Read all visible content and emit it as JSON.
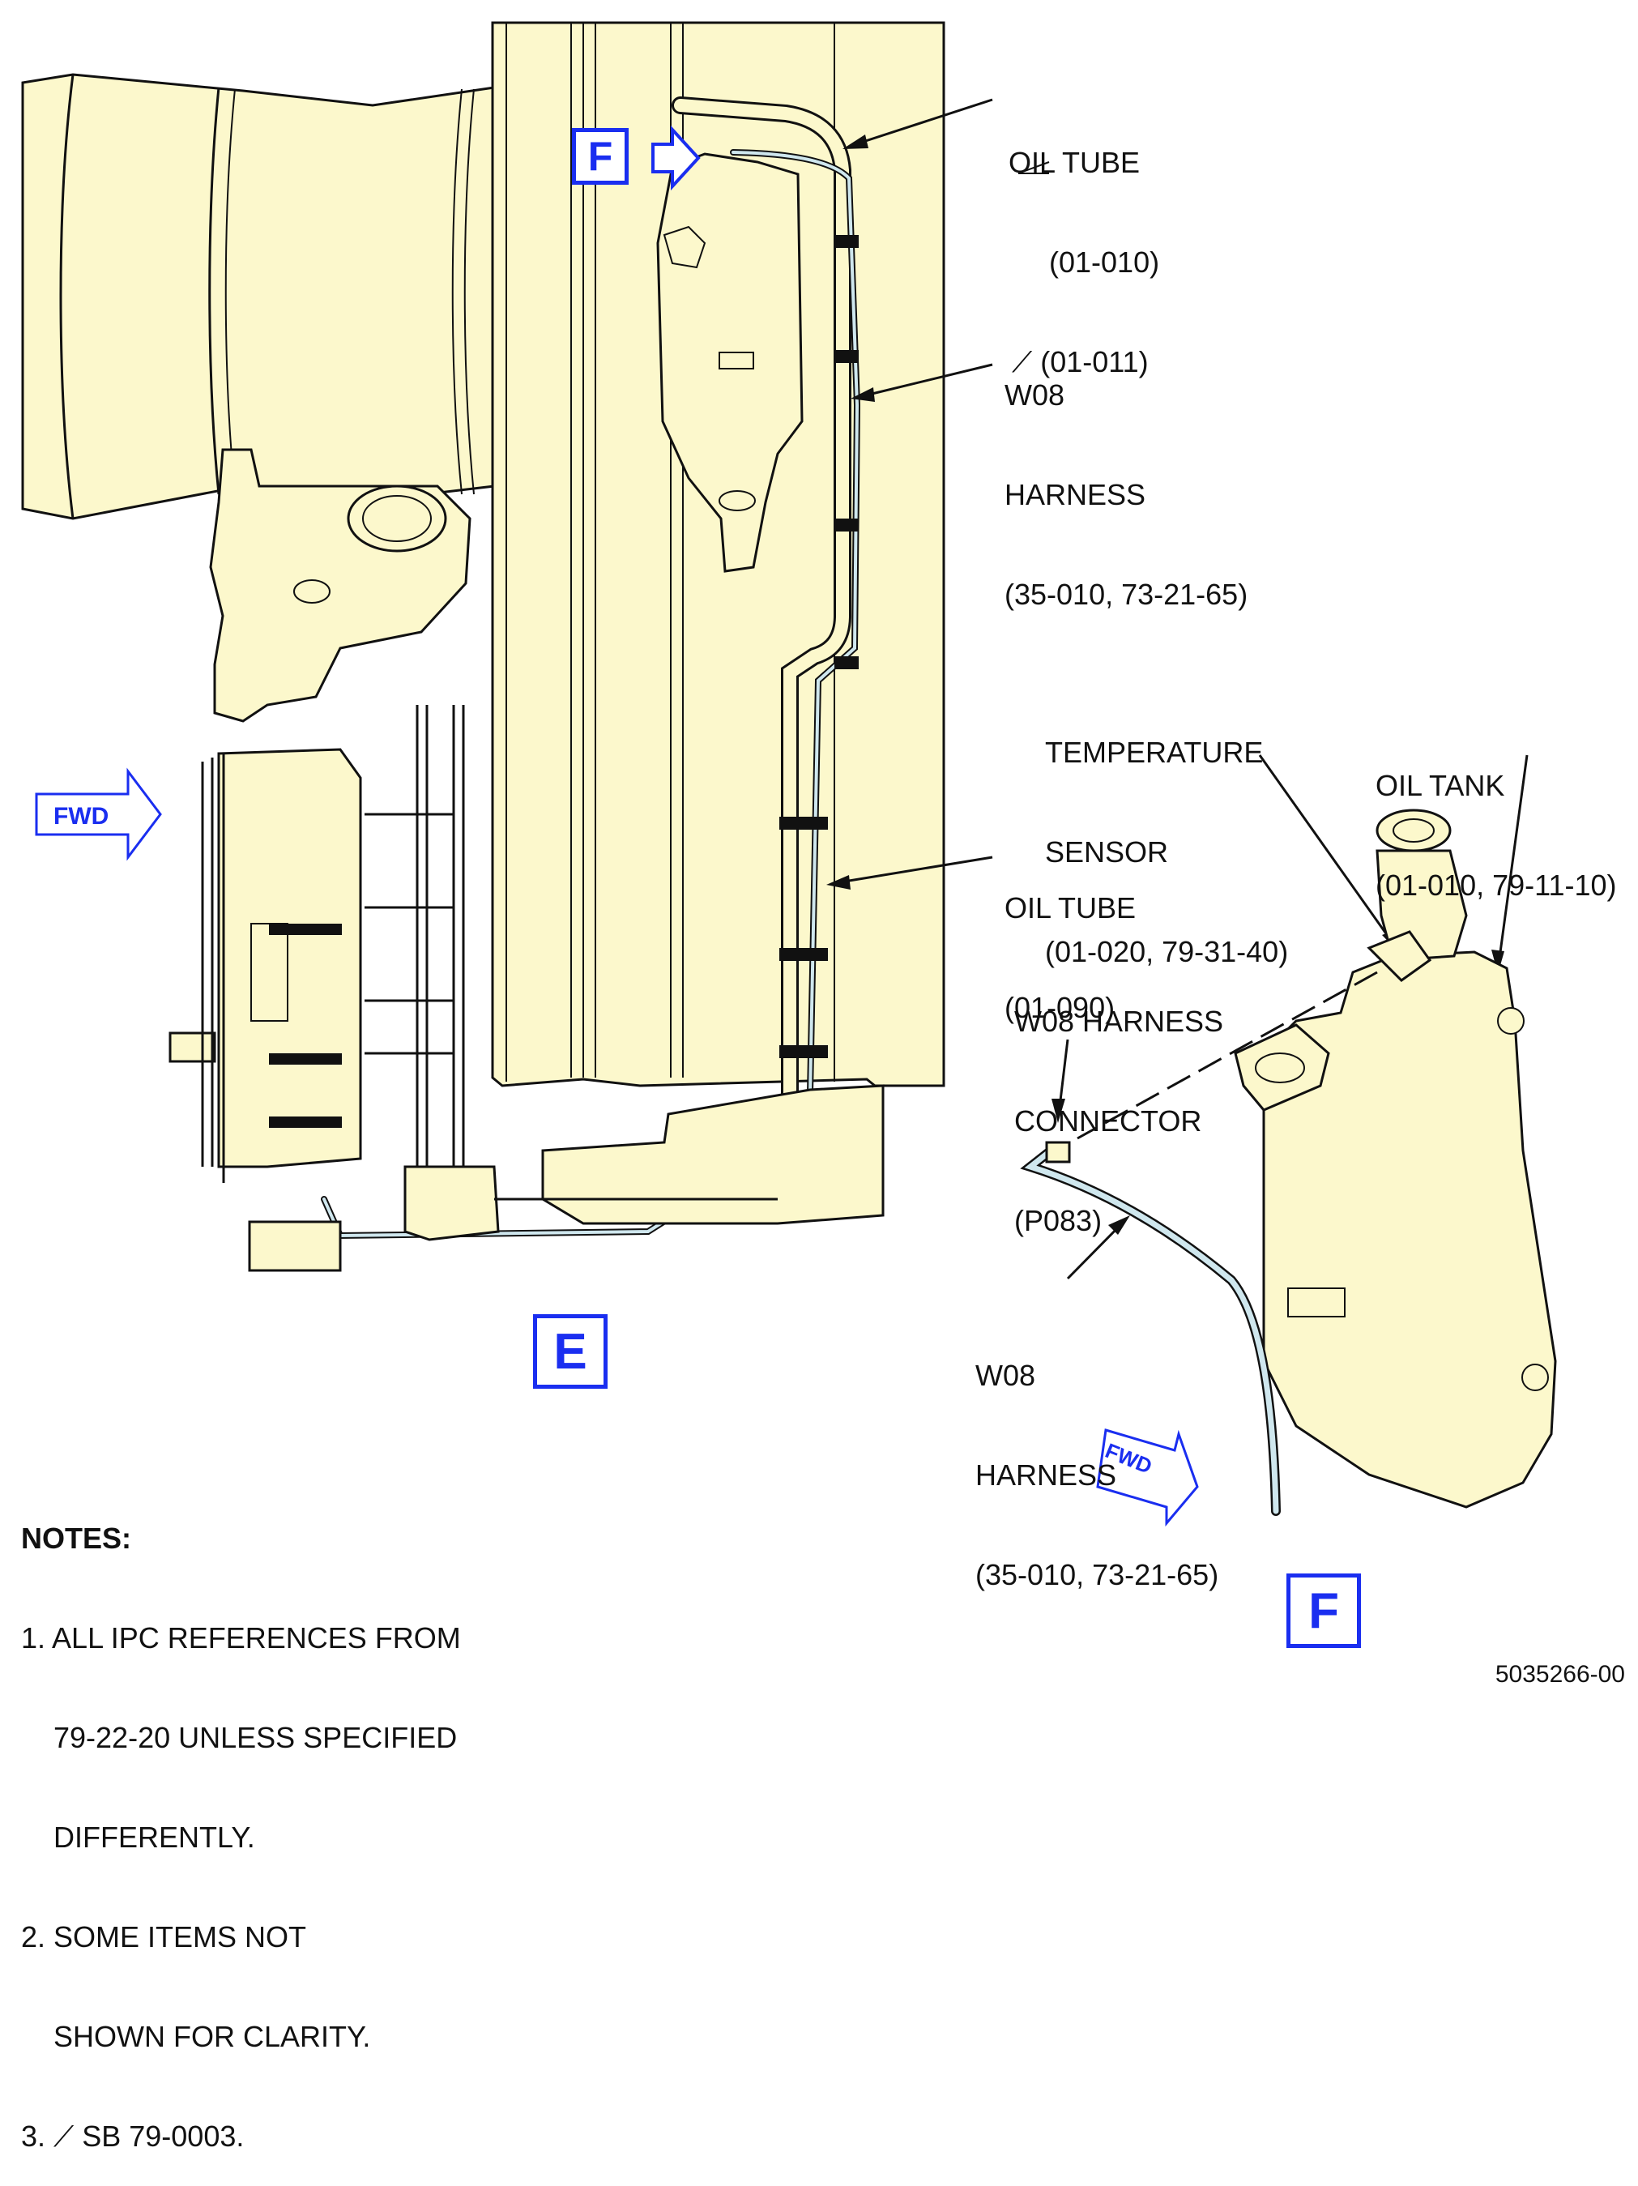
{
  "callouts": {
    "oil_tube_top": {
      "line1": "OIL TUBE",
      "line2": "(01-010)",
      "line3": "(01-011)"
    },
    "w08_harness_top": {
      "line1": "W08",
      "line2": "HARNESS",
      "line3": "(35-010, 73-21-65)"
    },
    "temperature_sensor": {
      "line1": "TEMPERATURE",
      "line2": "SENSOR",
      "line3": "(01-020, 79-31-40)"
    },
    "oil_tank": {
      "line1": "OIL TANK",
      "line2": "(01-010, 79-11-10)"
    },
    "oil_tube_mid": {
      "line1": "OIL TUBE",
      "line2": "(01-090)"
    },
    "w08_connector": {
      "line1": "W08 HARNESS",
      "line2": "CONNECTOR",
      "line3": "(P083)"
    },
    "w08_harness_bottom": {
      "line1": "W08",
      "line2": "HARNESS",
      "line3": "(35-010, 73-21-65)"
    }
  },
  "views": {
    "e": "E",
    "f": "F",
    "f_ref": "F"
  },
  "fwd": {
    "left": "FWD",
    "right": "FWD"
  },
  "notes": {
    "heading": "NOTES:",
    "n1_a": "1. ALL IPC REFERENCES FROM",
    "n1_b": "    79-22-20 UNLESS SPECIFIED",
    "n1_c": "    DIFFERENTLY.",
    "n2_a": "2. SOME ITEMS NOT",
    "n2_b": "    SHOWN FOR CLARITY.",
    "n3": "3. ⟋ SB 79-0003."
  },
  "doc_number": "5035266-00",
  "colors": {
    "part_fill": "#fcf8cc",
    "harness": "#cfe7ee",
    "view_blue": "#1a2ef0",
    "line": "#111111"
  }
}
